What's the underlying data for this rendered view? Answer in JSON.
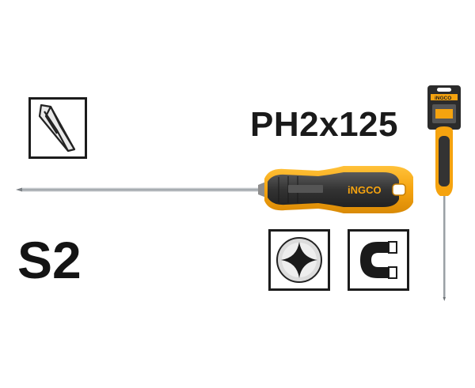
{
  "product": {
    "model": "PH2x125",
    "material": "S2",
    "brand": "iNGCO"
  },
  "icons": {
    "tip": "phillips-tip-side-icon",
    "head": "phillips-cross-icon",
    "magnetic": "magnet-icon"
  },
  "colors": {
    "handle_primary": "#f5a30f",
    "handle_grip": "#3a3a3a",
    "shaft": "#b8bcc0",
    "text": "#1a1a1a"
  }
}
